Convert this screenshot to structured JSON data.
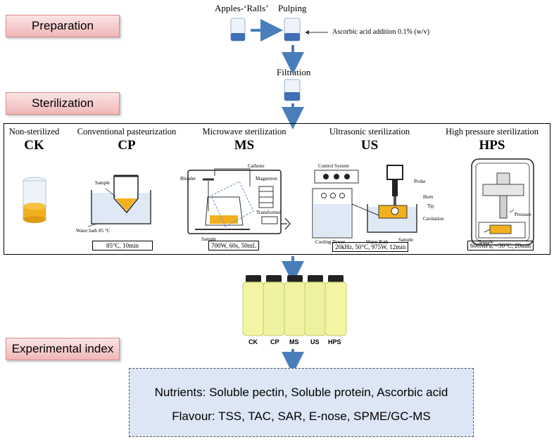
{
  "stages": {
    "preparation": "Preparation",
    "sterilization": "Sterilization",
    "experimental_index": "Experimental index"
  },
  "flow": {
    "apples": "Apples-‘Ralls’",
    "pulping": "Pulping",
    "ascorbic": "Ascorbic acid addition 0.1% (w/v)",
    "filtration": "Filtration"
  },
  "methods": [
    {
      "title": "Non-sterilized",
      "abbr": "CK",
      "params": ""
    },
    {
      "title": "Conventional pasteurization",
      "abbr": "CP",
      "params": "85°C, 10min"
    },
    {
      "title": "Microwave sterilization",
      "abbr": "MS",
      "params": "700W, 60s, 50mL"
    },
    {
      "title": "Ultrasonic sterilization",
      "abbr": "US",
      "params": "20kHz, 50°C, 975W, 12min"
    },
    {
      "title": "High pressure sterilization",
      "abbr": "HPS",
      "params": "600MPa, <30°C, 20min"
    }
  ],
  "apparatus": {
    "cp_sample": "Sample",
    "cp_water_bath": "Water bath 85 °C",
    "ms_catheter": "Catheter",
    "ms_blender": "Blender",
    "ms_magnetron": "Magnetron",
    "ms_transformer": "Transformer",
    "ms_sample": "Sample",
    "us_control": "Control System",
    "us_probe": "Probe",
    "us_horn": "Horn",
    "us_tip": "Tip",
    "us_cavitation": "Cavitation",
    "us_cooling": "Cooling Tower",
    "us_water_bath": "Water Bath",
    "us_sample": "Sample",
    "hps_pressure": "Pressure",
    "hps_sample": "Sample"
  },
  "bottles": [
    "CK",
    "CP",
    "MS",
    "US",
    "HPS"
  ],
  "results": {
    "nutrients": "Nutrients: Soluble pectin, Soluble protein, Ascorbic acid",
    "flavour": "Flavour: TSS, TAC, SAR, E-nose, SPME/GC-MS"
  },
  "colors": {
    "stage_fill": "#f0b7b7",
    "arrow": "#4a7ebb",
    "juice": "#f2b01e",
    "result_fill": "#dce6f5"
  }
}
